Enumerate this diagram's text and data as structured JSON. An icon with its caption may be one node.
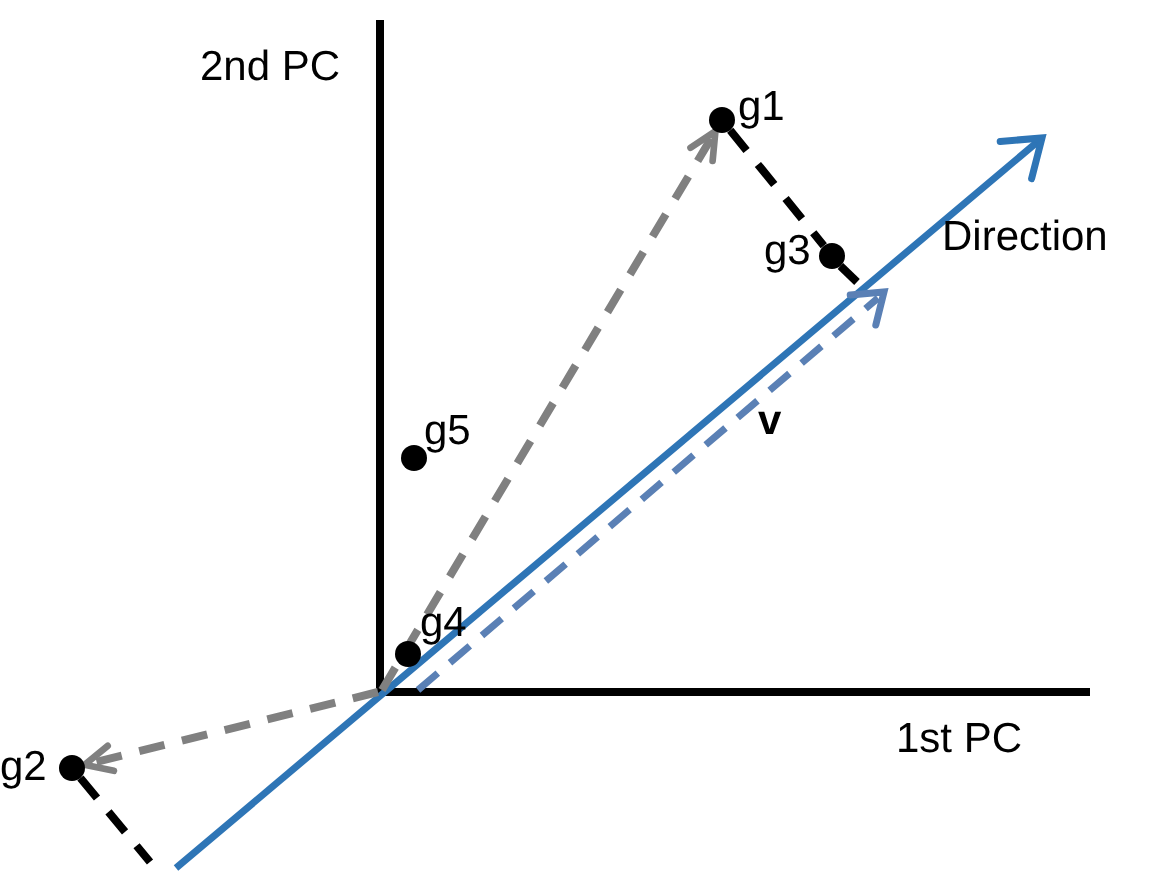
{
  "diagram": {
    "nodes": [
      {
        "text": [],
        "shape": "circle",
        "beside": [
          "g1"
        ]
      },
      {
        "text": [],
        "shape": "circle",
        "beside": [
          "g3"
        ]
      },
      {
        "text": [],
        "shape": "circle",
        "beside": [
          "g5"
        ]
      },
      {
        "text": [],
        "shape": "circle",
        "beside": [
          "g4"
        ]
      },
      {
        "text": [],
        "shape": "circle",
        "beside": [
          "g2"
        ]
      }
    ],
    "edges": [
      {
        "from": null,
        "to": 0,
        "arrow": "to",
        "style": "dashed",
        "color": "#808080"
      },
      {
        "from": 0,
        "to": 1,
        "arrow": "none",
        "style": "dashed",
        "color": "#000000"
      },
      {
        "from": null,
        "to": 4,
        "arrow": "to",
        "style": "dashed",
        "color": "#808080"
      },
      {
        "from": 4,
        "to": null,
        "arrow": "none",
        "style": "dashed",
        "color": "#000000"
      }
    ],
    "labels": [
      "2nd PC",
      "Direction",
      "v",
      "1st PC"
    ]
  }
}
